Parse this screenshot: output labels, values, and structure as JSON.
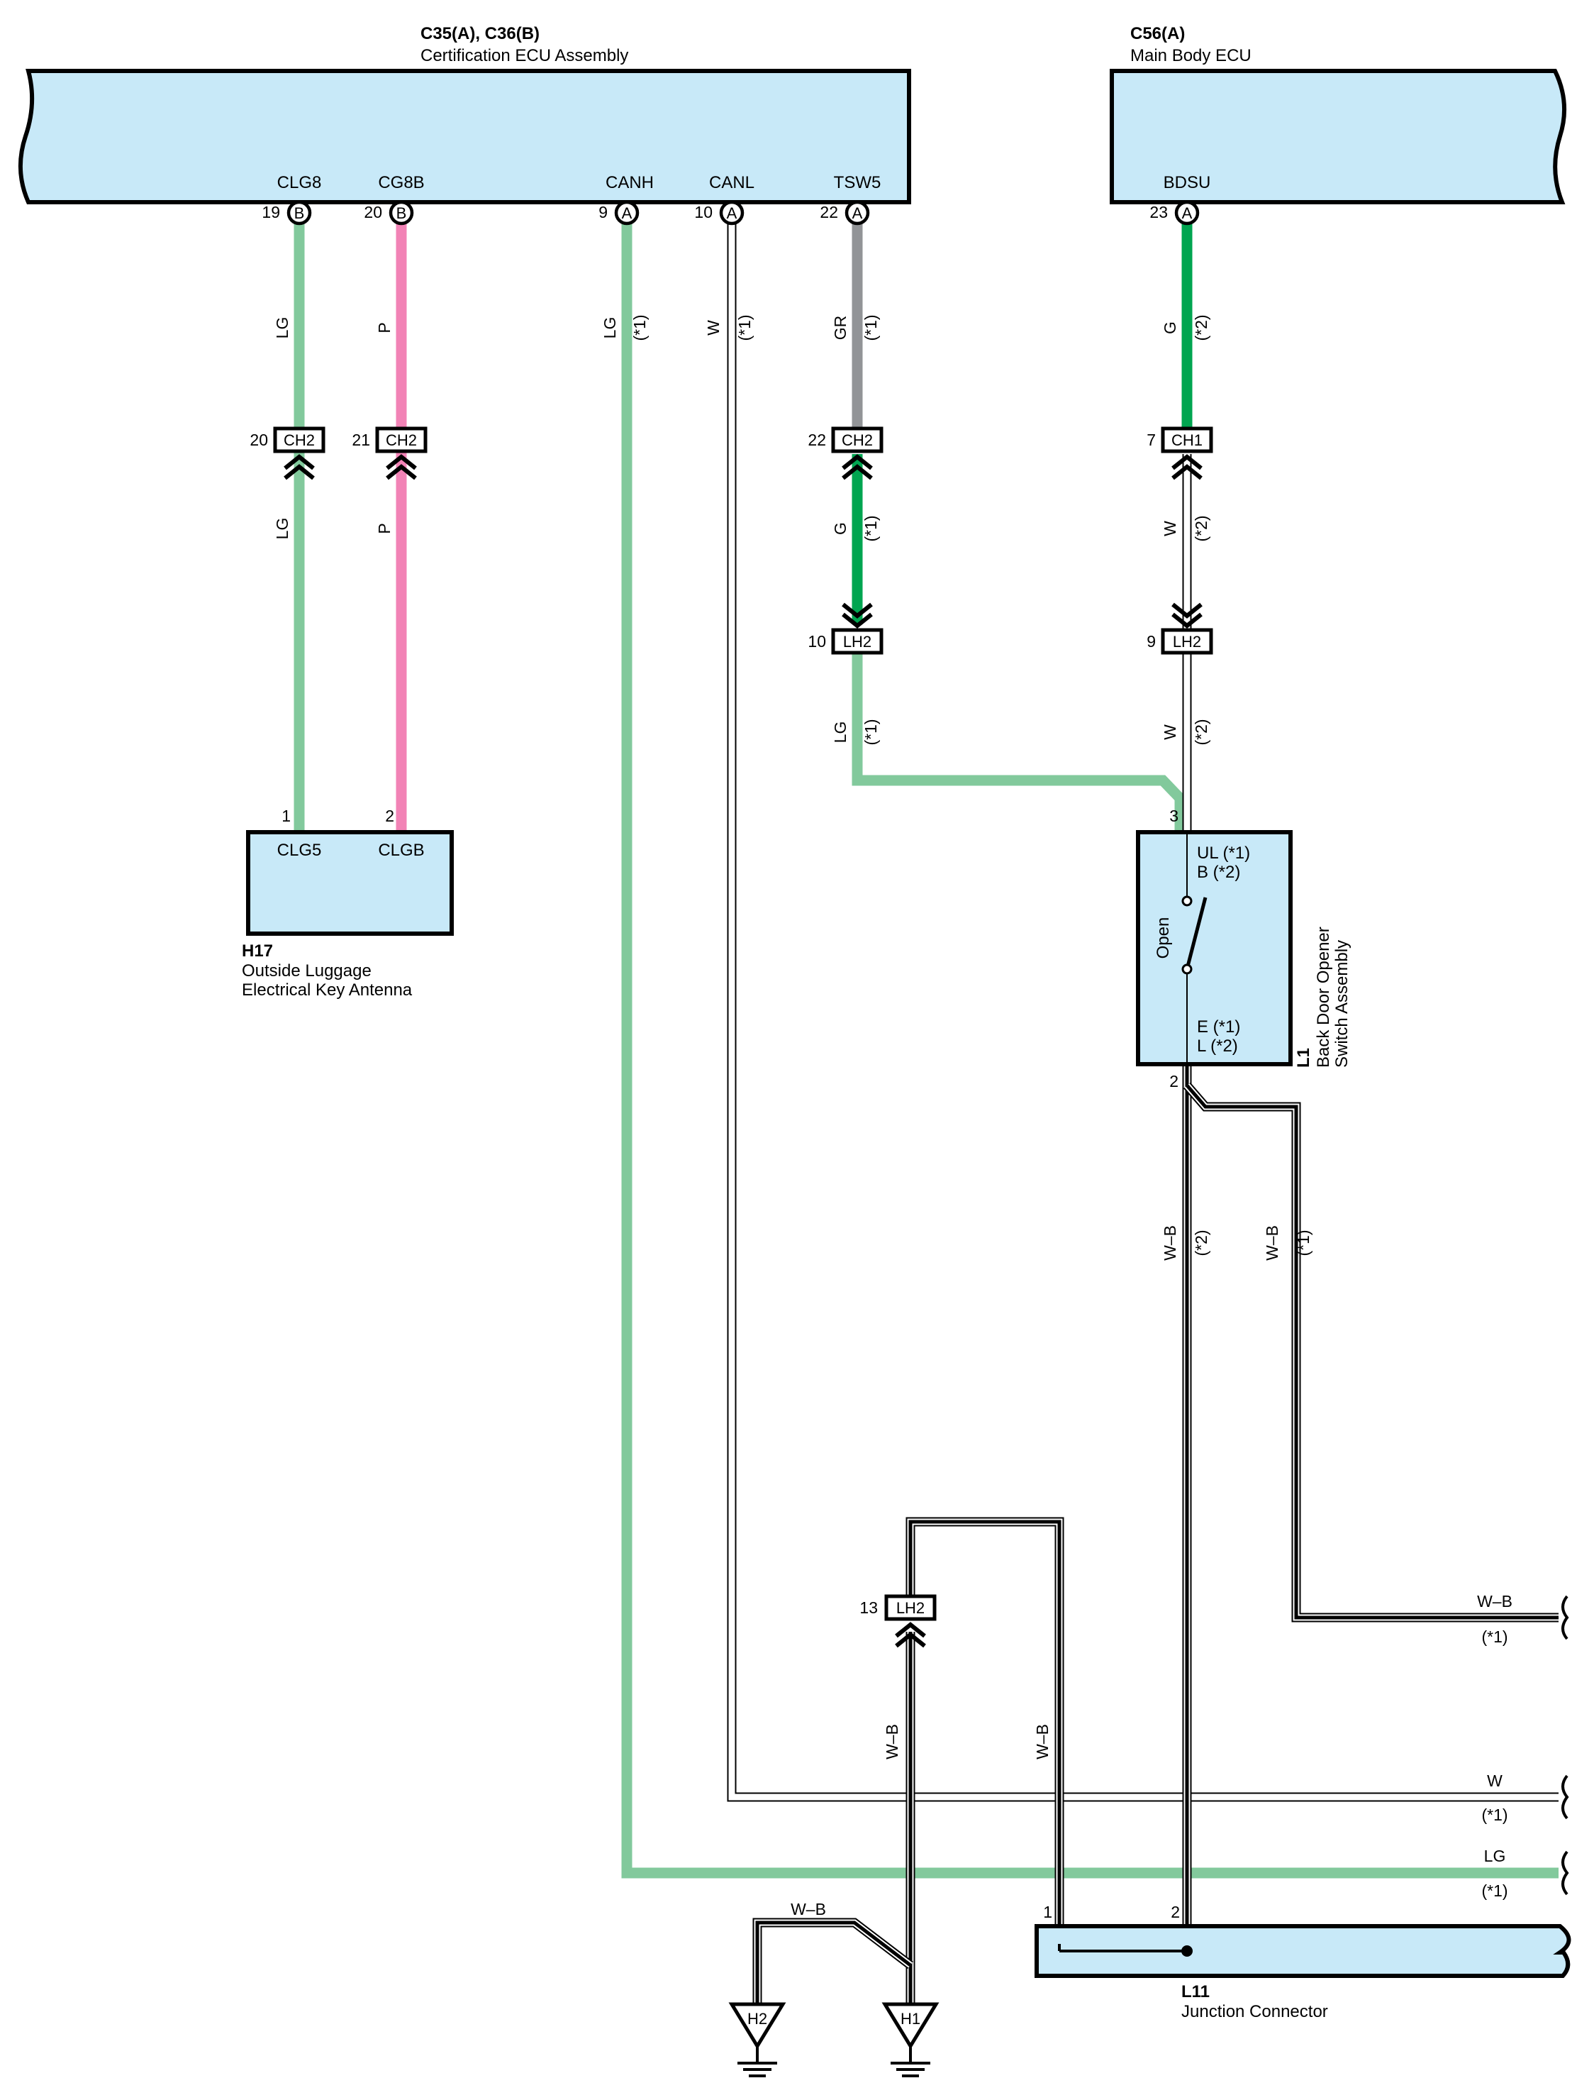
{
  "colors": {
    "LG": "#82c99c",
    "G": "#00a550",
    "GR": "#929497",
    "P": "#f283b6",
    "W": "#ffffff",
    "W-B": "#000000",
    "ecu_fill": "#c8e9f8"
  },
  "components": {
    "cert_ecu": {
      "code": "C35(A), C36(B)",
      "name": "Certification ECU Assembly"
    },
    "main_body_ecu": {
      "code": "C56(A)",
      "name": "Main Body ECU"
    },
    "antenna": {
      "code": "H17",
      "name_line1": "Outside Luggage",
      "name_line2": "Electrical Key Antenna",
      "pin1_name": "CLG5",
      "pin2_name": "CLGB",
      "pin1_num": "1",
      "pin2_num": "2"
    },
    "switch": {
      "code": "L1",
      "name_line1": "Back Door Opener",
      "name_line2": "Switch Assembly",
      "top_label1": "UL (*1)",
      "top_label2": "B (*2)",
      "bottom_label1": "E (*1)",
      "bottom_label2": "L (*2)",
      "state": "Open",
      "pin3": "3",
      "pin2": "2"
    },
    "junction": {
      "code": "L11",
      "name": "Junction Connector",
      "pin1": "1",
      "pin2": "2"
    }
  },
  "ecu_pins": [
    {
      "name": "CLG8",
      "num": "19",
      "conn": "B"
    },
    {
      "name": "CG8B",
      "num": "20",
      "conn": "B"
    },
    {
      "name": "CANH",
      "num": "9",
      "conn": "A"
    },
    {
      "name": "CANL",
      "num": "10",
      "conn": "A"
    },
    {
      "name": "TSW5",
      "num": "22",
      "conn": "A"
    },
    {
      "name": "BDSU",
      "num": "23",
      "conn": "A"
    }
  ],
  "connectors": [
    {
      "code": "CH2",
      "num": "20"
    },
    {
      "code": "CH2",
      "num": "21"
    },
    {
      "code": "CH2",
      "num": "22"
    },
    {
      "code": "CH1",
      "num": "7"
    },
    {
      "code": "LH2",
      "num": "10"
    },
    {
      "code": "LH2",
      "num": "9"
    },
    {
      "code": "LH2",
      "num": "13"
    }
  ],
  "wire_labels": {
    "lg": "LG",
    "p": "P",
    "w": "W",
    "gr": "GR",
    "g": "G",
    "wb": "W–B",
    "n1": "(*1)",
    "n2": "(*2)"
  },
  "grounds": {
    "h1": "H1",
    "h2": "H2"
  }
}
